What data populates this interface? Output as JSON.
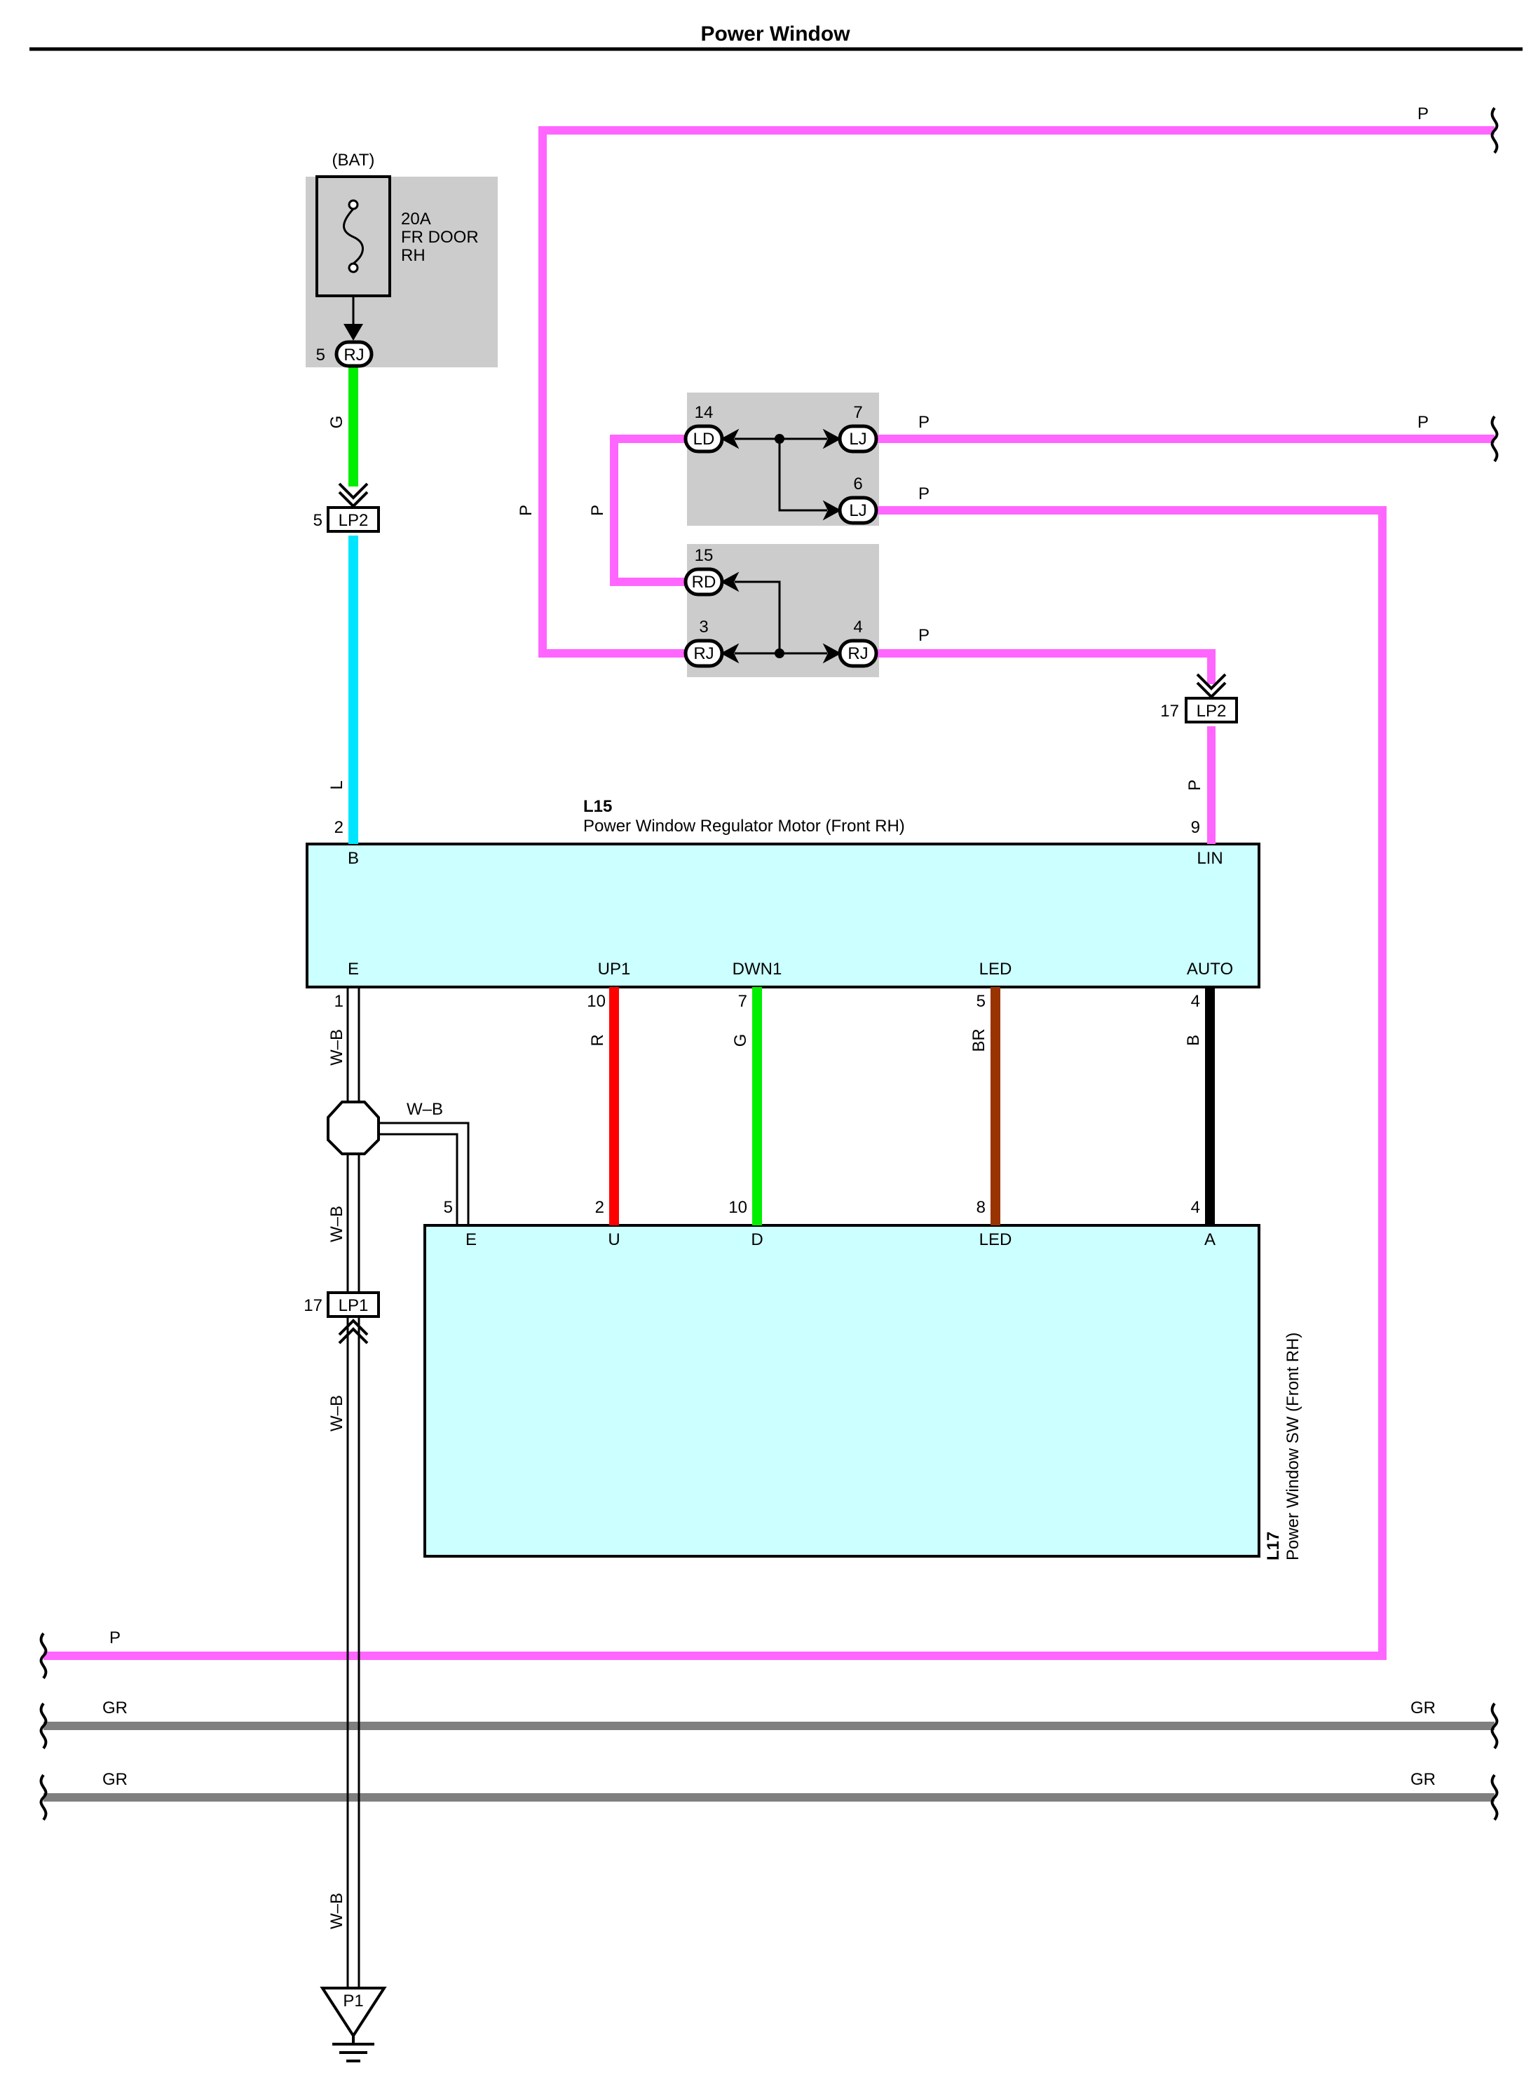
{
  "title": "Power Window",
  "colors": {
    "P": "#ff66ff",
    "G": "#00ee00",
    "L": "#00e5ff",
    "R": "#ff0000",
    "BR": "#993300",
    "B": "#000000",
    "GR": "#7f7f7f",
    "box_fill": "#ccffff",
    "junction_fill": "#cccccc"
  },
  "fuse": {
    "source": "(BAT)",
    "rating": "20A",
    "name_line1": "FR DOOR",
    "name_line2": "RH",
    "pin": "5",
    "connector": "RJ"
  },
  "connectors": {
    "lp2_top": {
      "pin": "5",
      "id": "LP2"
    },
    "lp2_right": {
      "pin": "17",
      "id": "LP2"
    },
    "lp1": {
      "pin": "17",
      "id": "LP1"
    },
    "ld14": {
      "pin": "14",
      "id": "LD"
    },
    "lj7": {
      "pin": "7",
      "id": "LJ"
    },
    "lj6": {
      "pin": "6",
      "id": "LJ"
    },
    "rd15": {
      "pin": "15",
      "id": "RD"
    },
    "rj3": {
      "pin": "3",
      "id": "RJ"
    },
    "rj4": {
      "pin": "4",
      "id": "RJ"
    }
  },
  "motor": {
    "code": "L15",
    "name": "Power Window Regulator Motor (Front RH)",
    "terminals": {
      "B": {
        "label": "B",
        "pin": "2"
      },
      "LIN": {
        "label": "LIN",
        "pin": "9"
      },
      "E": {
        "label": "E",
        "pin": "1"
      },
      "UP1": {
        "label": "UP1",
        "pin": "10"
      },
      "DWN1": {
        "label": "DWN1",
        "pin": "7"
      },
      "LED": {
        "label": "LED",
        "pin": "5"
      },
      "AUTO": {
        "label": "AUTO",
        "pin": "4"
      }
    }
  },
  "switch": {
    "code": "L17",
    "name": "Power Window SW (Front RH)",
    "terminals": {
      "E": {
        "label": "E",
        "pin": "5"
      },
      "U": {
        "label": "U",
        "pin": "2"
      },
      "D": {
        "label": "D",
        "pin": "10"
      },
      "LED": {
        "label": "LED",
        "pin": "8"
      },
      "A": {
        "label": "A",
        "pin": "4"
      }
    }
  },
  "wire_labels": {
    "fuse_to_lp2": "G",
    "lp2_to_motor": "L",
    "left_vertical": "P",
    "loop_vertical": "P",
    "top_right": "P",
    "lj7_near": "P",
    "lj7_far": "P",
    "lj6": "P",
    "rj4": "P",
    "lin": "P",
    "ground_1": "W–B",
    "ground_branch": "W–B",
    "ground_2": "W–B",
    "ground_3": "W–B",
    "ground_4": "W–B",
    "up": "R",
    "down": "G",
    "led": "BR",
    "auto": "B",
    "bottom_p": "P",
    "gr1_left": "GR",
    "gr1_right": "GR",
    "gr2_left": "GR",
    "gr2_right": "GR"
  },
  "ground": {
    "id": "P1"
  }
}
